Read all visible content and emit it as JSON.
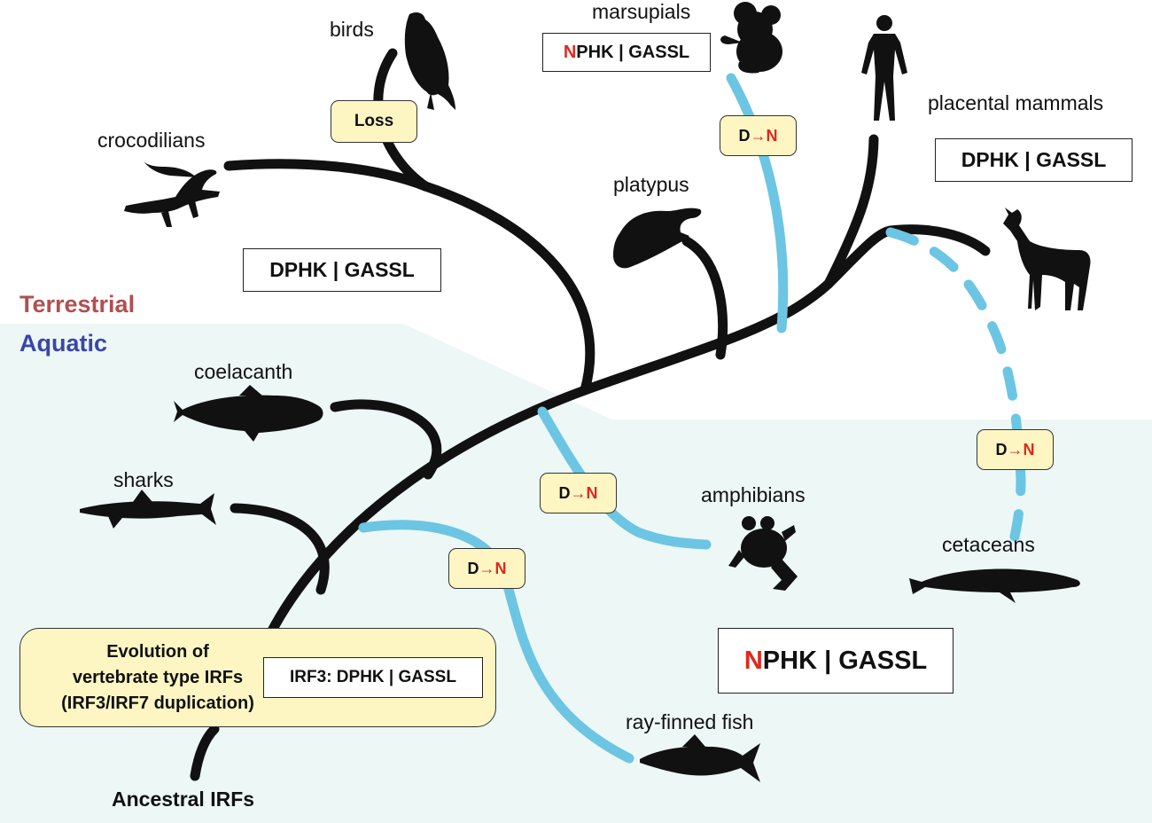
{
  "zones": {
    "terrestrial": "Terrestrial",
    "aquatic": "Aquatic"
  },
  "taxa": {
    "birds": "birds",
    "marsupials": "marsupials",
    "placental_mammals": "placental mammals",
    "crocodilians": "crocodilians",
    "platypus": "platypus",
    "coelacanth": "coelacanth",
    "sharks": "sharks",
    "amphibians": "amphibians",
    "cetaceans": "cetaceans",
    "ray_finned_fish": "ray-finned fish"
  },
  "sequences": {
    "marsupial_first": "N",
    "marsupial_rest": "PHK | GASSL",
    "placental": "DPHK | GASSL",
    "terrestrial": "DPHK | GASSL",
    "aquatic_first": "N",
    "aquatic_rest": "PHK | GASSL",
    "ancestral_irf3": "IRF3: DPHK | GASSL"
  },
  "events": {
    "loss": "Loss",
    "from": "D",
    "arrow": "→",
    "to": "N"
  },
  "evolution_box": {
    "line1": "Evolution of",
    "line2": "vertebrate type IRFs",
    "line3": "(IRF3/IRF7 duplication)"
  },
  "root_label": "Ancestral IRFs",
  "colors": {
    "terrestrial_text": "#b0504f",
    "aquatic_text": "#3b45a8",
    "aquatic_background": "#ecf7f6",
    "branch": "#111111",
    "substitution_branch": "#6cc5e3",
    "event_box_fill": "#fdf6c3",
    "mutated_residue": "#e0281e"
  },
  "icons": [
    "bird-silhouette-icon",
    "koala-silhouette-icon",
    "human-silhouette-icon",
    "crocodile-silhouette-icon",
    "platypus-silhouette-icon",
    "llama-silhouette-icon",
    "coelacanth-silhouette-icon",
    "shark-silhouette-icon",
    "frog-silhouette-icon",
    "whale-silhouette-icon",
    "fish-silhouette-icon"
  ]
}
